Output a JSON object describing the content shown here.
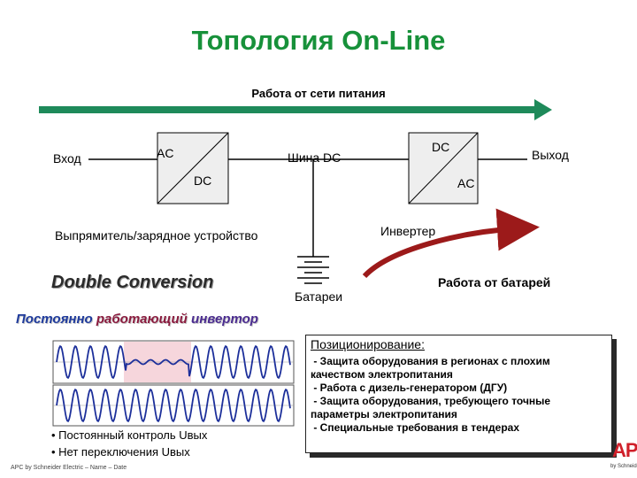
{
  "title": "Топология On-Line",
  "subtitle": "Работа от сети питания",
  "diagram": {
    "input_label": "Вход",
    "dc_bus_label": "Шина DC",
    "output_label": "Выход",
    "rectifier": {
      "top": "AC",
      "bottom": "DC",
      "label": "Выпрямитель/зарядное устройство"
    },
    "inverter": {
      "top": "DC",
      "bottom": "AC",
      "label": "Инвертер"
    },
    "battery_label": "Батареи",
    "battery_mode_label": "Работа от батарей"
  },
  "double_conversion": "Double Conversion",
  "constant_inverter": {
    "w1": "Постоянно",
    "w2": "работающий",
    "w3": "инвертор"
  },
  "positioning": {
    "title": "Позиционирование:",
    "items": [
      " - Защита оборудования в регионах с плохим качеством электропитания",
      " - Работа с дизель-генератором (ДГУ)",
      " - Защита оборудования, требующего точные параметры электропитания",
      " - Специальные требования в тендерах"
    ]
  },
  "bullets": [
    "• Постоянный контроль Uвых",
    "• Нет переключения Uвых"
  ],
  "footer": "APC by Schneider Electric – Name – Date",
  "colors": {
    "title": "#17913a",
    "arrow_green": "#1e8a5a",
    "arrow_red": "#9c1a1a",
    "wave": "#1c2f9a"
  }
}
